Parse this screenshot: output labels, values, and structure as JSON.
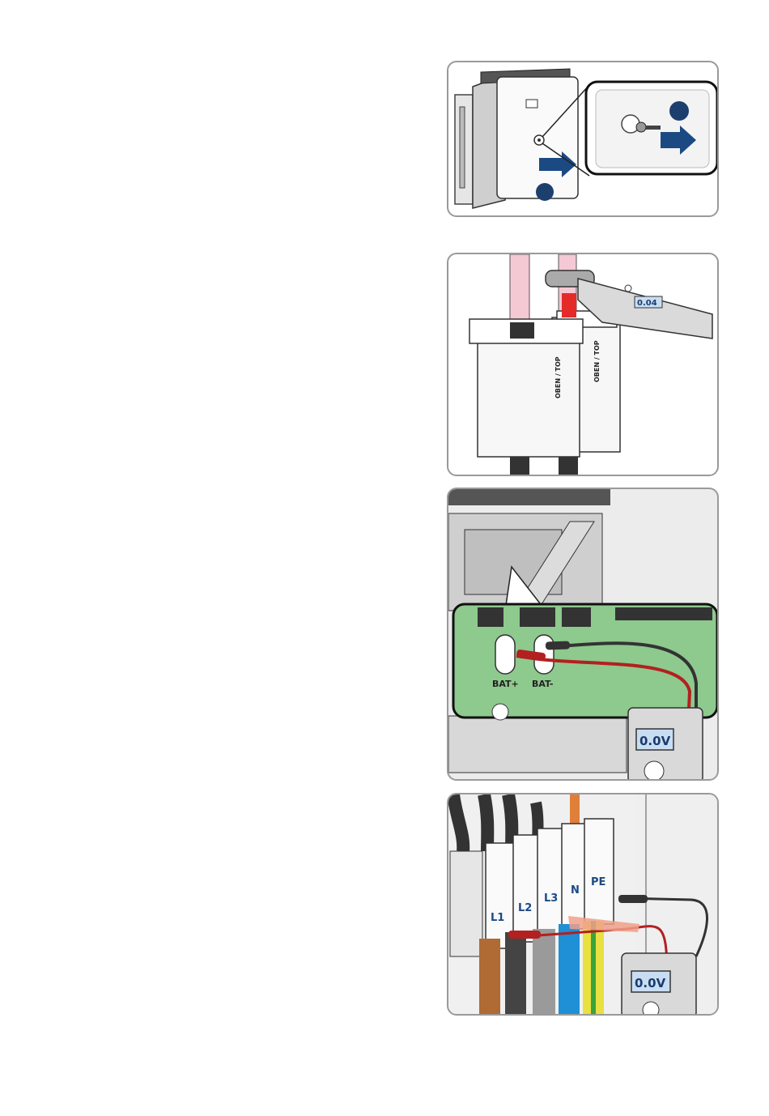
{
  "steps": [
    {
      "figure": "remove-enclosure-lid",
      "callouts": [
        "",
        ""
      ]
    },
    {
      "figure": "clamp-meter-on-dc-cables",
      "meter_reading": "0.04",
      "label_front": "OBEN / TOP",
      "label_back": "OBEN / TOP"
    },
    {
      "figure": "measure-battery-terminals",
      "terminal_plus": "BAT+",
      "terminal_minus": "BAT-",
      "meter_reading": "0.0V"
    },
    {
      "figure": "measure-ac-terminals",
      "terminals": [
        "L1",
        "L2",
        "L3",
        "N",
        "PE"
      ],
      "meter_reading": "0.0V"
    }
  ],
  "colors": {
    "callout": "#1d3f6e",
    "arrow": "#1b4a83",
    "probe_red": "#b32020",
    "probe_black": "#333333",
    "board": "#8ec98e",
    "display": "#c9ddf2"
  }
}
